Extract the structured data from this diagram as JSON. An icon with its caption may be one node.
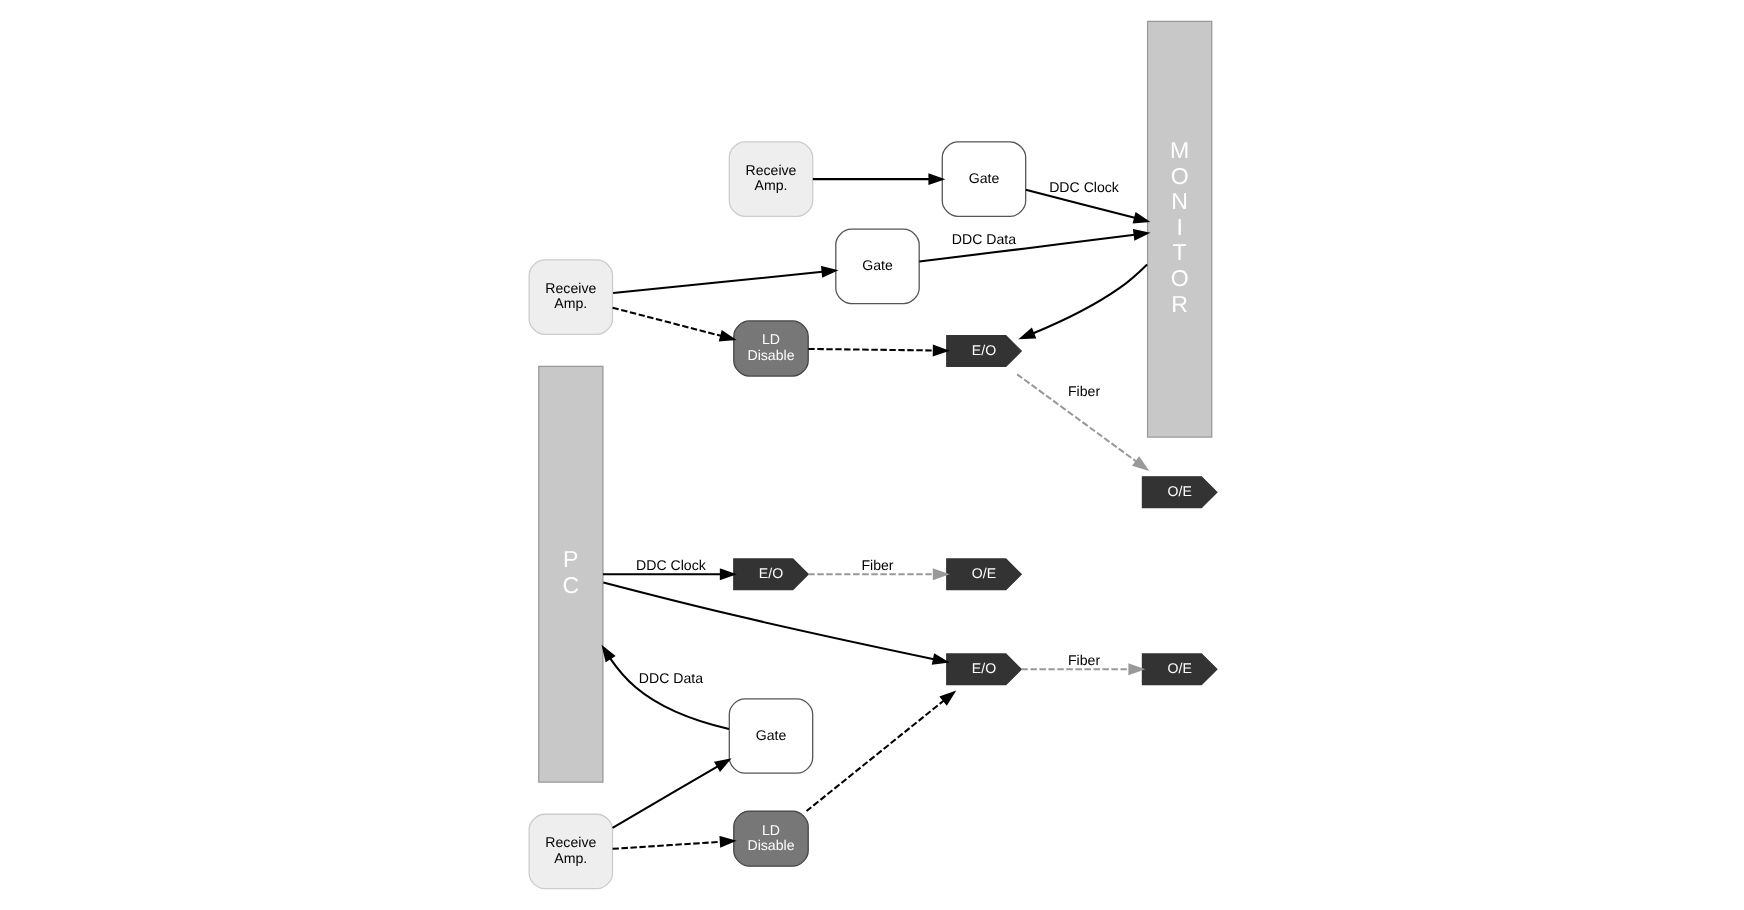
{
  "diagram": {
    "nodes": [
      {
        "text": [
          "PC"
        ]
      },
      {
        "text": [
          "MONITOR"
        ]
      },
      {
        "text": [
          "E/O"
        ]
      },
      {
        "text": [
          "O/E"
        ]
      },
      {
        "text": [
          "Receive Amp."
        ]
      },
      {
        "text": [
          "Gate"
        ]
      },
      {
        "text": [
          "E/O"
        ]
      },
      {
        "text": [
          "O/E"
        ]
      },
      {
        "text": [
          "Receive Amp."
        ]
      },
      {
        "text": [
          "Gate"
        ]
      },
      {
        "text": [
          "LD Disable"
        ]
      },
      {
        "text": [
          "LD Disable"
        ]
      },
      {
        "text": [
          "Gate"
        ]
      },
      {
        "text": [
          "Receive Amp."
        ]
      },
      {
        "text": [
          "O/E"
        ]
      },
      {
        "text": [
          "E/O"
        ]
      }
    ],
    "edges": [
      {
        "from": 0,
        "to": 2,
        "arrow": "to",
        "label": "DDC Clock"
      },
      {
        "from": 2,
        "to": 3,
        "arrow": "to",
        "label": "Fiber",
        "style": "dashed",
        "color": "#999999"
      },
      {
        "from": 4,
        "to": 5,
        "arrow": "to"
      },
      {
        "from": 5,
        "to": 1,
        "arrow": "to",
        "label": "DDC Clock"
      },
      {
        "from": 0,
        "to": 6,
        "arrow": "to"
      },
      {
        "from": 6,
        "to": 7,
        "arrow": "to",
        "label": "Fiber",
        "style": "dashed",
        "color": "#999999"
      },
      {
        "from": 8,
        "to": 9,
        "arrow": "to"
      },
      {
        "from": 8,
        "to": 11,
        "arrow": "to",
        "style": "dashed"
      },
      {
        "from": 9,
        "to": 1,
        "arrow": "to",
        "label": "DDC Data"
      },
      {
        "from": 1,
        "to": 15,
        "arrow": "to"
      },
      {
        "from": 11,
        "to": 15,
        "arrow": "to",
        "style": "dashed"
      },
      {
        "from": 15,
        "to": 14,
        "arrow": "to",
        "label": "Fiber",
        "style": "dashed",
        "color": "#999999"
      },
      {
        "from": 13,
        "to": 12,
        "arrow": "to"
      },
      {
        "from": 13,
        "to": 10,
        "arrow": "to",
        "style": "dashed"
      },
      {
        "from": 10,
        "to": 6,
        "arrow": "to",
        "style": "dashed"
      },
      {
        "from": 12,
        "to": 0,
        "arrow": "to",
        "label": "DDC Data"
      }
    ]
  }
}
